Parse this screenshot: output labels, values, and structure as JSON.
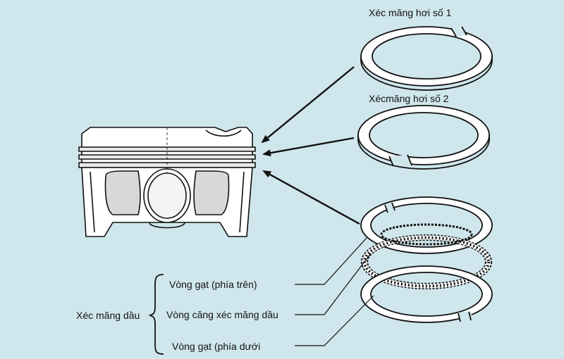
{
  "labels": {
    "compression_ring_1": "Xéc măng hơi số 1",
    "compression_ring_2": "Xécmăng hơi số 2",
    "oil_ring": "Xéc măng dầu",
    "oil_rail_upper": "Vòng gạt (phía trên)",
    "oil_expander": "Vòng căng xéc măng dầu",
    "oil_rail_lower": "Vòng gạt (phía dưới"
  },
  "colors": {
    "background": "#cfe6ec",
    "line": "#111111",
    "fill": "#ffffff",
    "shade": "#c9c9c9"
  }
}
